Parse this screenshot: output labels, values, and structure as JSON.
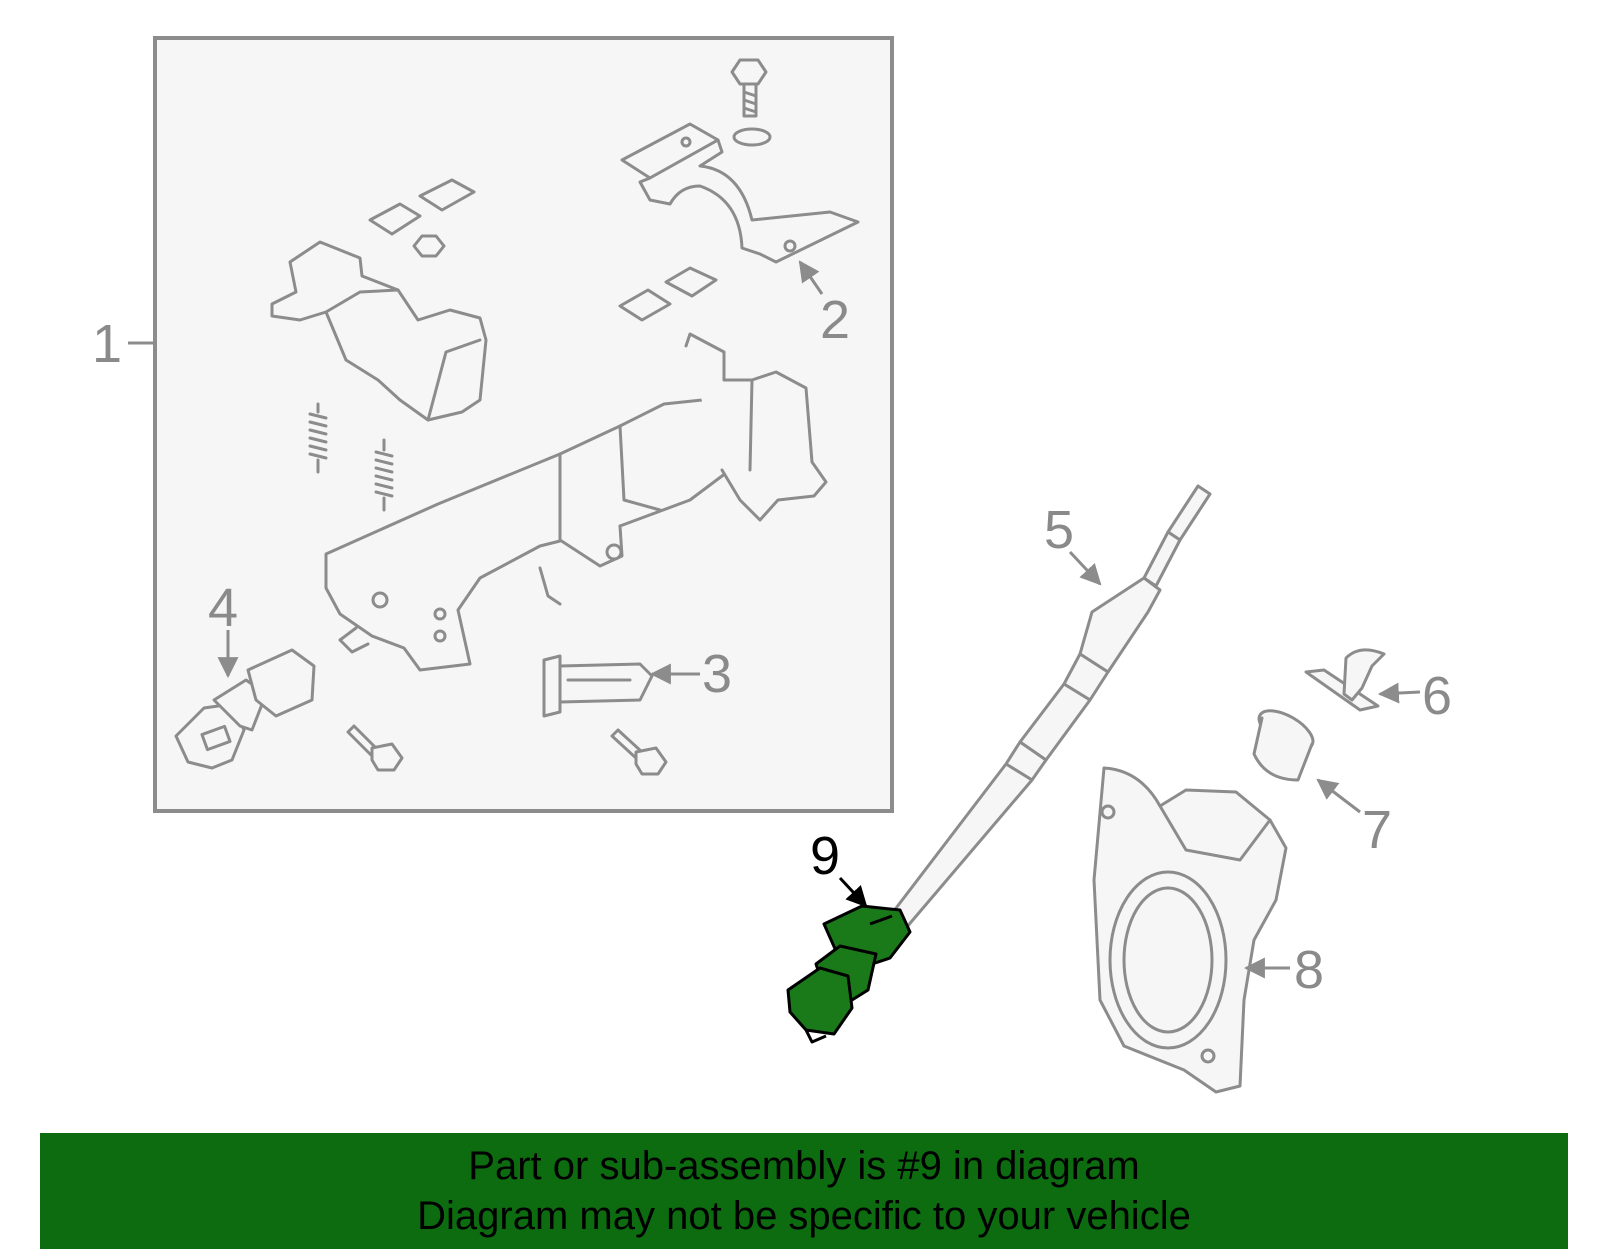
{
  "callouts": {
    "n1": "1",
    "n2": "2",
    "n3": "3",
    "n4": "4",
    "n5": "5",
    "n6": "6",
    "n7": "7",
    "n8": "8",
    "n9": "9"
  },
  "highlighted_part": "9",
  "banner": {
    "line1": "Part or sub-assembly is #9 in diagram",
    "line2": "Diagram may not be specific to your vehicle"
  },
  "colors": {
    "banner_bg": "#0d6b10",
    "highlight_fill": "#1a7a1a",
    "part_stroke": "#8c8c8c",
    "box_fill": "#f6f6f6",
    "box_stroke": "#8c8c8c"
  }
}
